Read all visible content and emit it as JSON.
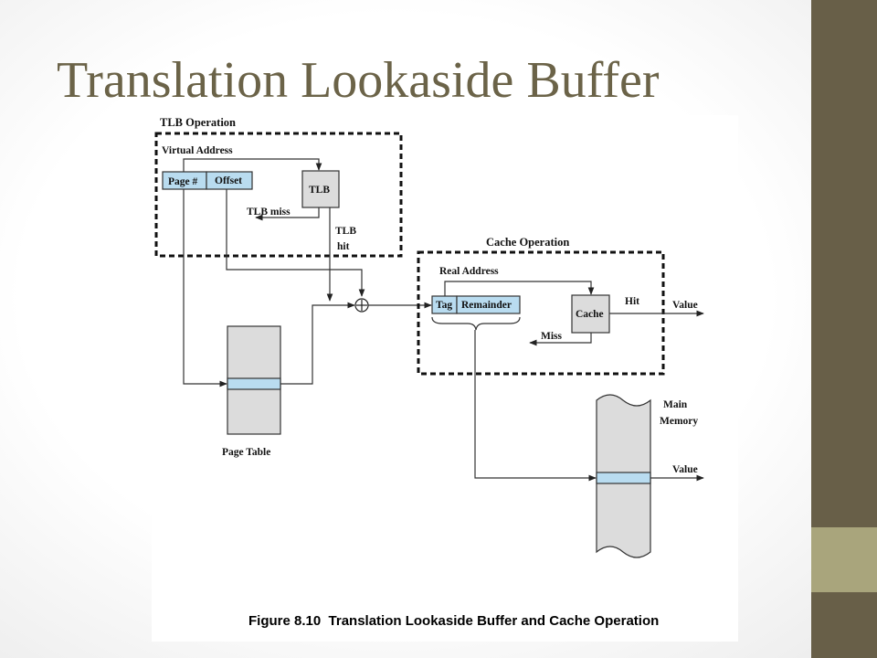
{
  "slide": {
    "title": "Translation Lookaside Buffer",
    "colors": {
      "title": "#6b6348",
      "sidebar_dark": "#685f48",
      "sidebar_light": "#a9a57c",
      "field_fill": "#b9dcf0",
      "block_fill": "#dcdcdc"
    }
  },
  "diagram": {
    "tlb_operation_label": "TLB Operation",
    "virtual_address_label": "Virtual Address",
    "page_field": "Page #",
    "offset_field": "Offset",
    "tlb_box": "TLB",
    "tlb_miss_label": "TLB miss",
    "tlb_hit_label_1": "TLB",
    "tlb_hit_label_2": "hit",
    "adder_symbol": "⊕",
    "cache_operation_label": "Cache Operation",
    "real_address_label": "Real Address",
    "tag_field": "Tag",
    "remainder_field": "Remainder",
    "cache_box": "Cache",
    "hit_label": "Hit",
    "miss_label": "Miss",
    "value_label_cache": "Value",
    "page_table_label": "Page Table",
    "main_memory_label_1": "Main",
    "main_memory_label_2": "Memory",
    "value_label_memory": "Value",
    "caption": "Figure 8.10  Translation Lookaside Buffer and Cache Operation"
  }
}
